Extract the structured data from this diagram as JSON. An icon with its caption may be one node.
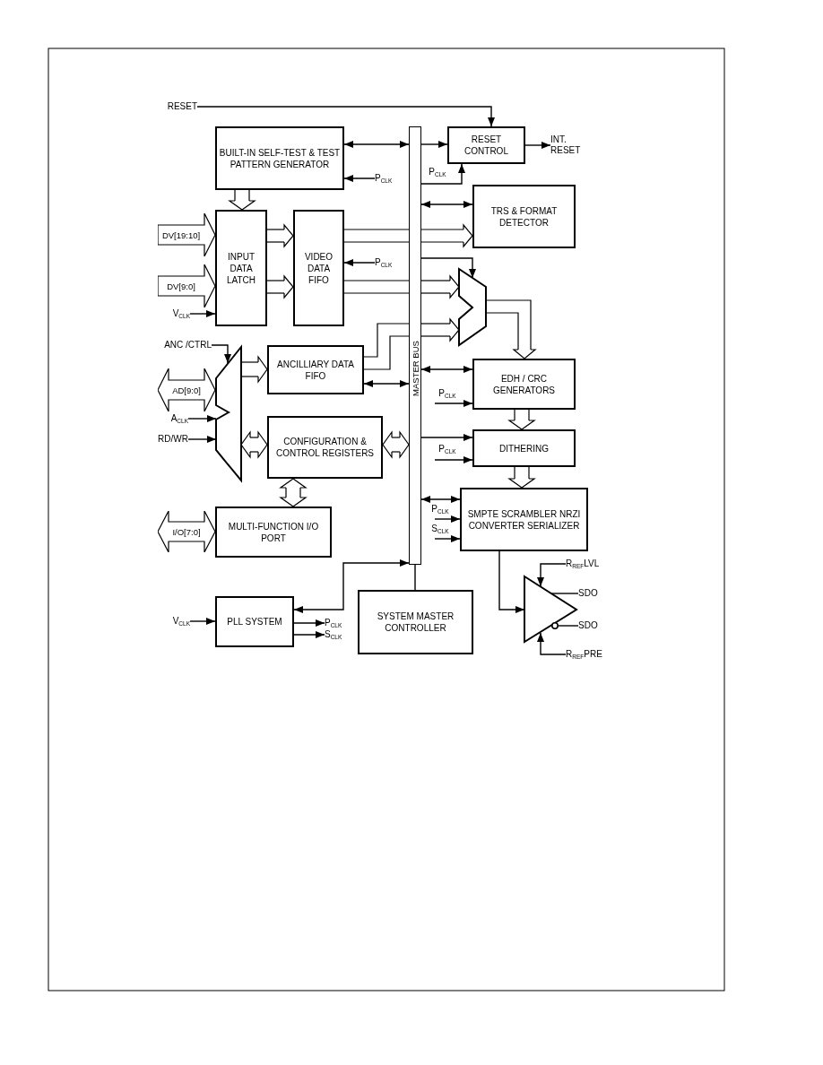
{
  "diagram": {
    "nodes": [
      {
        "text": [
          "RESET"
        ]
      },
      {
        "text": [
          "BUILT-IN SELF-TEST & TEST PATTERN GENERATOR"
        ]
      },
      {
        "text": [
          "MASTER BUS"
        ]
      },
      {
        "text": [
          "RESET CONTROL"
        ]
      },
      {
        "text": [
          "INT. RESET"
        ]
      },
      {
        "text": [
          "P$_{CLK}$"
        ]
      },
      {
        "text": [
          "TRS & FORMAT DETECTOR"
        ]
      },
      {
        "text": [
          "DV[19:10]"
        ]
      },
      {
        "text": [
          "DV[9:0]"
        ]
      },
      {
        "text": [
          "INPUT DATA LATCH"
        ]
      },
      {
        "text": [
          "VIDEO DATA FIFO"
        ]
      },
      {
        "text": [
          "P$_{CLK}$"
        ]
      },
      {
        "text": [
          "V$_{CLK}$"
        ]
      },
      {
        "text": [],
        "shape": "trapezoid"
      },
      {
        "text": [
          "ANC /CTRL"
        ]
      },
      {
        "text": [],
        "shape": "trapezoid"
      },
      {
        "text": [
          "AD[9:0]"
        ]
      },
      {
        "text": [
          "A$_{CLK}$"
        ]
      },
      {
        "text": [
          "RD/WR"
        ]
      },
      {
        "text": [
          "ANCILLIARY DATA FIFO"
        ]
      },
      {
        "text": [
          "CONFIGURATION & CONTROL REGISTERS"
        ]
      },
      {
        "text": [
          "MULTI-FUNCTION I/O PORT"
        ]
      },
      {
        "text": [
          "I/O[7:0]"
        ]
      },
      {
        "text": [
          "EDH / CRC GENERATORS"
        ]
      },
      {
        "text": [
          "DITHERING"
        ]
      },
      {
        "text": [
          "SMPTE SCRAMBLER NRZI CONVERTER SERIALIZER"
        ]
      },
      {
        "text": [
          "PLL SYSTEM"
        ]
      },
      {
        "text": [
          "V$_{CLK}$"
        ]
      },
      {
        "text": [
          "P$_{CLK}$"
        ]
      },
      {
        "text": [
          "S$_{CLK}$"
        ]
      },
      {
        "text": [
          "SYSTEM MASTER CONTROLLER"
        ]
      },
      {
        "text": [],
        "shape": "triangle"
      },
      {
        "text": [
          "R$_{REF}$LVL"
        ]
      },
      {
        "text": [
          "SDO"
        ]
      },
      {
        "text": [
          "SDO"
        ]
      },
      {
        "text": [
          "R$_{REF}$PRE"
        ]
      }
    ],
    "edges": [
      {
        "from": 0,
        "to": 3,
        "arrow": "to"
      },
      {
        "from": 1,
        "to": 2,
        "arrow": "both"
      },
      {
        "from": 1,
        "to": 9,
        "arrow": "to",
        "style": "thick"
      },
      {
        "from": 5,
        "to": 1,
        "arrow": "to"
      },
      {
        "from": 2,
        "to": 3,
        "arrow": "to"
      },
      {
        "from": 3,
        "to": 4,
        "arrow": "to"
      },
      {
        "from": 2,
        "to": 3,
        "arrow": "to",
        "label": "P$_{CLK}$"
      },
      {
        "from": 2,
        "to": 6,
        "arrow": "both"
      },
      {
        "from": 10,
        "to": 2,
        "arrow": "none",
        "style": "thick"
      },
      {
        "from": 2,
        "to": 6,
        "arrow": "to",
        "style": "thick"
      },
      {
        "from": 9,
        "to": 10,
        "arrow": "to",
        "style": "thick"
      },
      {
        "from": 9,
        "to": 10,
        "arrow": "to",
        "style": "thick"
      },
      {
        "from": 12,
        "to": 9,
        "arrow": "to"
      },
      {
        "from": 11,
        "to": 10,
        "arrow": "to"
      },
      {
        "from": 2,
        "to": 13,
        "arrow": "to"
      },
      {
        "from": 10,
        "to": 2,
        "arrow": "none",
        "style": "thick"
      },
      {
        "from": 2,
        "to": 13,
        "arrow": "to",
        "style": "thick"
      },
      {
        "from": 19,
        "to": 2,
        "arrow": "none",
        "style": "thick"
      },
      {
        "from": 2,
        "to": 13,
        "arrow": "to",
        "style": "thick"
      },
      {
        "from": 13,
        "to": 23,
        "arrow": "to",
        "style": "thick"
      },
      {
        "from": 14,
        "to": 15,
        "arrow": "to"
      },
      {
        "from": 17,
        "to": 15,
        "arrow": "to"
      },
      {
        "from": 18,
        "to": 15,
        "arrow": "to"
      },
      {
        "from": 15,
        "to": 19,
        "arrow": "to",
        "style": "thick"
      },
      {
        "from": 15,
        "to": 20,
        "arrow": "both",
        "style": "thick"
      },
      {
        "from": 19,
        "to": 2,
        "arrow": "both"
      },
      {
        "from": 20,
        "to": 2,
        "arrow": "both",
        "style": "thick"
      },
      {
        "from": 20,
        "to": 21,
        "arrow": "both",
        "style": "thick"
      },
      {
        "from": 2,
        "to": 23,
        "arrow": "both"
      },
      {
        "from": null,
        "to": 23,
        "arrow": "to",
        "label": "P$_{CLK}$"
      },
      {
        "from": 23,
        "to": 24,
        "arrow": "to",
        "style": "thick"
      },
      {
        "from": 2,
        "to": 24,
        "arrow": "to"
      },
      {
        "from": null,
        "to": 24,
        "arrow": "to",
        "label": "P$_{CLK}$"
      },
      {
        "from": 24,
        "to": 25,
        "arrow": "to",
        "style": "thick"
      },
      {
        "from": 2,
        "to": 25,
        "arrow": "both"
      },
      {
        "from": null,
        "to": 25,
        "arrow": "to",
        "label": "P$_{CLK}$"
      },
      {
        "from": null,
        "to": 25,
        "arrow": "to",
        "label": "S$_{CLK}$"
      },
      {
        "from": 25,
        "to": 31,
        "arrow": "to"
      },
      {
        "from": 32,
        "to": 31,
        "arrow": "to"
      },
      {
        "from": 31,
        "to": 33,
        "arrow": "none"
      },
      {
        "from": 31,
        "to": 34,
        "arrow": "none"
      },
      {
        "from": 35,
        "to": 31,
        "arrow": "to"
      },
      {
        "from": 26,
        "to": 2,
        "arrow": "both"
      },
      {
        "from": 27,
        "to": 26,
        "arrow": "to"
      },
      {
        "from": 26,
        "to": 28,
        "arrow": "to"
      },
      {
        "from": 26,
        "to": 29,
        "arrow": "to"
      },
      {
        "from": 2,
        "to": 30,
        "arrow": "none"
      }
    ]
  }
}
